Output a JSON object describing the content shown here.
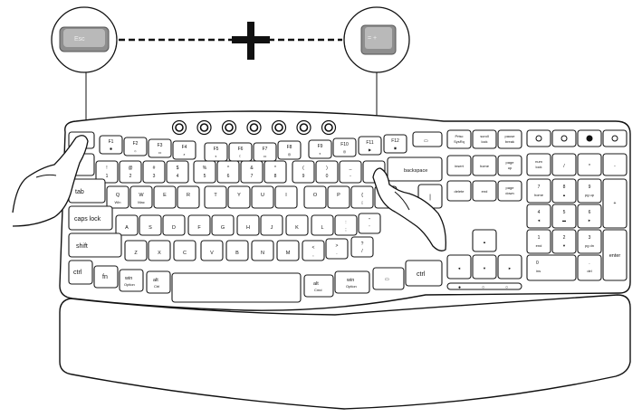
{
  "callouts": {
    "left_key": "Esc",
    "right_key": "= +"
  },
  "media_icons": [
    "prev-track-icon",
    "volume-mute-icon",
    "volume-down-icon",
    "volume-up-icon",
    "play-pause-icon",
    "next-track-icon",
    "mic-mute-icon"
  ],
  "fn_row": {
    "esc": "esc",
    "keys": [
      {
        "label": "F1",
        "sub": "✱"
      },
      {
        "label": "F2",
        "sub": "☼"
      },
      {
        "label": "F3",
        "sub": "▭"
      },
      {
        "label": "F4",
        "sub": "⌕"
      },
      {
        "label": "F5",
        "sub": "◐"
      },
      {
        "label": "F6",
        "sub": "☾"
      },
      {
        "label": "F7",
        "sub": "▭"
      },
      {
        "label": "F8",
        "sub": "◎"
      },
      {
        "label": "F9",
        "sub": "◐"
      },
      {
        "label": "F10",
        "sub": "◎"
      },
      {
        "label": "F11",
        "sub": "▶"
      },
      {
        "label": "F12",
        "sub": "◉"
      }
    ],
    "extra": "▭"
  },
  "number_row": {
    "keys": [
      {
        "top": "!",
        "bot": "1"
      },
      {
        "top": "@",
        "bot": "2"
      },
      {
        "top": "#",
        "bot": "3"
      },
      {
        "top": "$",
        "bot": "4"
      },
      {
        "top": "%",
        "bot": "5"
      },
      {
        "top": "^",
        "bot": "6"
      },
      {
        "top": "&",
        "bot": "7"
      },
      {
        "top": "*",
        "bot": "8"
      },
      {
        "top": "(",
        "bot": "9"
      },
      {
        "top": ")",
        "bot": "0"
      },
      {
        "top": "_",
        "bot": "-"
      },
      {
        "top": "",
        "bot": ""
      }
    ],
    "backspace": "backspace"
  },
  "qwerty_row": {
    "tab": "tab",
    "keys": [
      {
        "top": "Q",
        "bot": "Win"
      },
      {
        "top": "W",
        "bot": "Mac"
      },
      {
        "top": "E",
        "bot": ""
      },
      {
        "top": "R",
        "bot": ""
      },
      {
        "top": "T",
        "bot": ""
      },
      {
        "top": "Y",
        "bot": ""
      },
      {
        "top": "U",
        "bot": ""
      },
      {
        "top": "I",
        "bot": ""
      },
      {
        "top": "O",
        "bot": ""
      },
      {
        "top": "P",
        "bot": ""
      },
      {
        "top": "{",
        "bot": "["
      },
      {
        "top": "",
        "bot": ""
      }
    ],
    "end": "|"
  },
  "home_row": {
    "caps": "caps lock",
    "keys": [
      "A",
      "S",
      "D",
      "F",
      "G",
      "H",
      "J",
      "K",
      "L"
    ],
    "colon": {
      "top": ":",
      "bot": ";"
    },
    "quote": {
      "top": "\"",
      "bot": "'"
    }
  },
  "shift_row": {
    "shift": "shift",
    "keys": [
      "Z",
      "X",
      "C",
      "V",
      "B",
      "N",
      "M"
    ],
    "lt": {
      "top": "<",
      "bot": ","
    },
    "gt": {
      "top": ">",
      "bot": "."
    },
    "q": {
      "top": "?",
      "bot": "/"
    }
  },
  "bottom_row": {
    "ctrl": "ctrl",
    "fn": "fn",
    "win": "win",
    "win_sub": "Option",
    "alt": "alt",
    "alt_sub": "Ctrl",
    "ralt": "alt",
    "ralt_sub": "Cmd",
    "rwin": "win",
    "rwin_sub": "Option",
    "menu": "▭",
    "rctrl": "ctrl"
  },
  "nav_cluster": {
    "top": [
      "Prtsc SysRq",
      "scroll lock",
      "pause break"
    ],
    "row1": [
      "insert",
      "home",
      "page up"
    ],
    "row2": [
      "delete",
      "end",
      "page down"
    ],
    "arrows": [
      "▲",
      "◄",
      "▼",
      "►"
    ]
  },
  "numpad": {
    "top_icons": [
      "calculator-icon",
      "screenshot-icon",
      "lock-icon",
      "hibernate-icon"
    ],
    "row1": [
      "num lock",
      "/",
      "*",
      "-"
    ],
    "row2": [
      {
        "n": "7",
        "s": "home"
      },
      {
        "n": "8",
        "s": "▲"
      },
      {
        "n": "9",
        "s": "pg up"
      }
    ],
    "plus": "+",
    "row3": [
      {
        "n": "4",
        "s": "◄"
      },
      {
        "n": "5",
        "s": "▬"
      },
      {
        "n": "6",
        "s": "►"
      }
    ],
    "row4": [
      {
        "n": "1",
        "s": "end"
      },
      {
        "n": "2",
        "s": "▼"
      },
      {
        "n": "3",
        "s": "pg dn"
      }
    ],
    "enter": "enter",
    "zero": {
      "n": "0",
      "s": "ins"
    },
    "dot": {
      "n": ".",
      "s": "del"
    }
  },
  "indicators": [
    "●",
    "○",
    "○"
  ]
}
